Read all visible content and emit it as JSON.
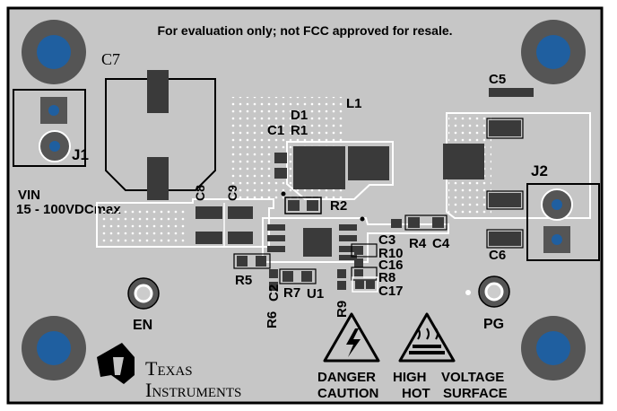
{
  "notice": "For evaluation only; not FCC approved for resale.",
  "input": {
    "connector": "J1",
    "line1": "VIN",
    "line2": "15 - 100VDCmax"
  },
  "output": {
    "connector": "J2"
  },
  "components": {
    "c7": "C7",
    "c5": "C5",
    "c6": "C6",
    "l1": "L1",
    "d1": "D1",
    "r1": "R1",
    "c1": "C1",
    "c8": "C8",
    "c9": "C9",
    "r2": "R2",
    "c3": "C3",
    "r4": "R4",
    "c4": "C4",
    "r10": "R10",
    "c16": "C16",
    "r8": "R8",
    "c17": "C17",
    "r5": "R5",
    "c2": "C2",
    "r7": "R7",
    "u1": "U1",
    "r6": "R6",
    "r9": "R9"
  },
  "testpoints": {
    "en": "EN",
    "pg": "PG"
  },
  "logo": {
    "line1": "Texas",
    "line2": "Instruments"
  },
  "warnings": {
    "danger": "DANGER",
    "caution": "CAUTION",
    "high": "HIGH",
    "hot": "HOT",
    "voltage": "VOLTAGE",
    "surface": "SURFACE"
  },
  "colors": {
    "board": "#c6c6c6",
    "pad": "#3a3a3a",
    "mounting_hole": "#1f5fa0",
    "hole_ring": "#555555",
    "silkscreen": "#ffffff",
    "text": "#000000"
  }
}
